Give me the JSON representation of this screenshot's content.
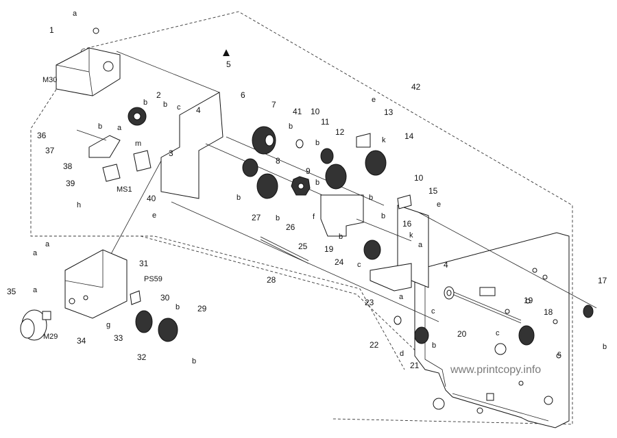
{
  "diagram": {
    "watermark": "www.printcopy.info",
    "warning_symbol": "warning-triangle-icon",
    "callouts": [
      {
        "id": "c1",
        "text": "1"
      },
      {
        "id": "c2",
        "text": "2"
      },
      {
        "id": "c3",
        "text": "3"
      },
      {
        "id": "c4a",
        "text": "4"
      },
      {
        "id": "c4b",
        "text": "4"
      },
      {
        "id": "c5",
        "text": "5"
      },
      {
        "id": "c6",
        "text": "6"
      },
      {
        "id": "c7",
        "text": "7"
      },
      {
        "id": "c8",
        "text": "8"
      },
      {
        "id": "c9",
        "text": "9"
      },
      {
        "id": "c10a",
        "text": "10"
      },
      {
        "id": "c10b",
        "text": "10"
      },
      {
        "id": "c11",
        "text": "11"
      },
      {
        "id": "c12",
        "text": "12"
      },
      {
        "id": "c13",
        "text": "13"
      },
      {
        "id": "c14",
        "text": "14"
      },
      {
        "id": "c15",
        "text": "15"
      },
      {
        "id": "c16",
        "text": "16"
      },
      {
        "id": "c17",
        "text": "17"
      },
      {
        "id": "c18",
        "text": "18"
      },
      {
        "id": "c19a",
        "text": "19"
      },
      {
        "id": "c19b",
        "text": "19"
      },
      {
        "id": "c20",
        "text": "20"
      },
      {
        "id": "c21",
        "text": "21"
      },
      {
        "id": "c22",
        "text": "22"
      },
      {
        "id": "c23",
        "text": "23"
      },
      {
        "id": "c24",
        "text": "24"
      },
      {
        "id": "c25",
        "text": "25"
      },
      {
        "id": "c26",
        "text": "26"
      },
      {
        "id": "c27",
        "text": "27"
      },
      {
        "id": "c28",
        "text": "28"
      },
      {
        "id": "c29",
        "text": "29"
      },
      {
        "id": "c30",
        "text": "30"
      },
      {
        "id": "c31",
        "text": "31"
      },
      {
        "id": "c32",
        "text": "32"
      },
      {
        "id": "c33",
        "text": "33"
      },
      {
        "id": "c34",
        "text": "34"
      },
      {
        "id": "c35",
        "text": "35"
      },
      {
        "id": "c36",
        "text": "36"
      },
      {
        "id": "c37",
        "text": "37"
      },
      {
        "id": "c38",
        "text": "38"
      },
      {
        "id": "c39",
        "text": "39"
      },
      {
        "id": "c40",
        "text": "40"
      },
      {
        "id": "c41",
        "text": "41"
      },
      {
        "id": "c42",
        "text": "42"
      }
    ],
    "letters": [
      {
        "id": "la1",
        "text": "a"
      },
      {
        "id": "la2",
        "text": "a"
      },
      {
        "id": "la3",
        "text": "a"
      },
      {
        "id": "la4",
        "text": "a"
      },
      {
        "id": "la5",
        "text": "a"
      },
      {
        "id": "la6",
        "text": "a"
      },
      {
        "id": "la7",
        "text": "a"
      },
      {
        "id": "lb1",
        "text": "b"
      },
      {
        "id": "lb2",
        "text": "b"
      },
      {
        "id": "lb3",
        "text": "b"
      },
      {
        "id": "lb4",
        "text": "b"
      },
      {
        "id": "lb5",
        "text": "b"
      },
      {
        "id": "lb6",
        "text": "b"
      },
      {
        "id": "lb7",
        "text": "b"
      },
      {
        "id": "lb8",
        "text": "b"
      },
      {
        "id": "lb9",
        "text": "b"
      },
      {
        "id": "lb10",
        "text": "b"
      },
      {
        "id": "lb11",
        "text": "b"
      },
      {
        "id": "lb12",
        "text": "b"
      },
      {
        "id": "lb13",
        "text": "b"
      },
      {
        "id": "lb14",
        "text": "b"
      },
      {
        "id": "lb15",
        "text": "b"
      },
      {
        "id": "lc1",
        "text": "c"
      },
      {
        "id": "lc2",
        "text": "c"
      },
      {
        "id": "lc3",
        "text": "c"
      },
      {
        "id": "lc4",
        "text": "c"
      },
      {
        "id": "lc5",
        "text": "c"
      },
      {
        "id": "ld1",
        "text": "d"
      },
      {
        "id": "le1",
        "text": "e"
      },
      {
        "id": "le2",
        "text": "e"
      },
      {
        "id": "le3",
        "text": "e"
      },
      {
        "id": "lf1",
        "text": "f"
      },
      {
        "id": "lg1",
        "text": "g"
      },
      {
        "id": "lh1",
        "text": "h"
      },
      {
        "id": "lk1",
        "text": "k"
      },
      {
        "id": "lk2",
        "text": "k"
      },
      {
        "id": "lm1",
        "text": "m"
      }
    ],
    "components": [
      {
        "id": "m30",
        "text": "M30"
      },
      {
        "id": "m29",
        "text": "M29"
      },
      {
        "id": "ms1",
        "text": "MS1"
      },
      {
        "id": "ps59",
        "text": "PS59"
      }
    ]
  }
}
